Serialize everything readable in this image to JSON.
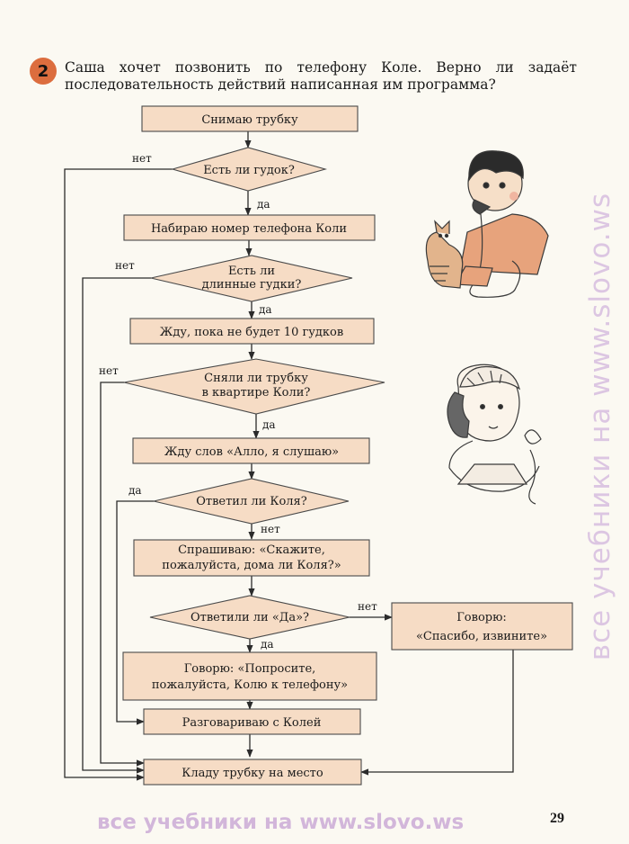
{
  "task": {
    "number": "2",
    "question": "Саша хочет позвонить по телефону Коле. Верно ли задаёт последовательность действий написанная им программа?"
  },
  "flowchart": {
    "steps": {
      "pick_up": "Снимаю трубку",
      "dial_tone": [
        "Есть ли гудок?"
      ],
      "dial": "Набираю номер телефона Коли",
      "long_tones": [
        "Есть ли",
        "длинные гудки?"
      ],
      "wait": "Жду, пока не будет 10 гудков",
      "answered": [
        "Сняли ли трубку",
        "в квартире Коли?"
      ],
      "wait_hello": "Жду слов «Алло, я слушаю»",
      "kolya": [
        "Ответил ли Коля?"
      ],
      "ask": [
        "Спрашиваю: «Скажите,",
        "пожалуйста, дома ли Коля?»"
      ],
      "yes_q": [
        "Ответили ли «Да»?"
      ],
      "request": [
        "Говорю: «Попросите,",
        "пожалуйста, Колю к телефону»"
      ],
      "sorry": [
        "Говорю:",
        "«Спасибо, извините»"
      ],
      "talk": "Разговариваю с Колей",
      "hang_up": "Кладу трубку на место"
    },
    "labels": {
      "yes": "да",
      "no": "нет"
    },
    "colors": {
      "box_fill": "#f6dcc5",
      "line": "#2b2b2b",
      "accent": "#dc6d3e"
    }
  },
  "illustrations": [
    "boy-on-phone-with-cat-icon",
    "boy-on-phone-icon"
  ],
  "watermark": {
    "side": "все учебники на www.slovo.ws",
    "bottom": "все учебники на www.slovo.ws"
  },
  "page_number": "29"
}
